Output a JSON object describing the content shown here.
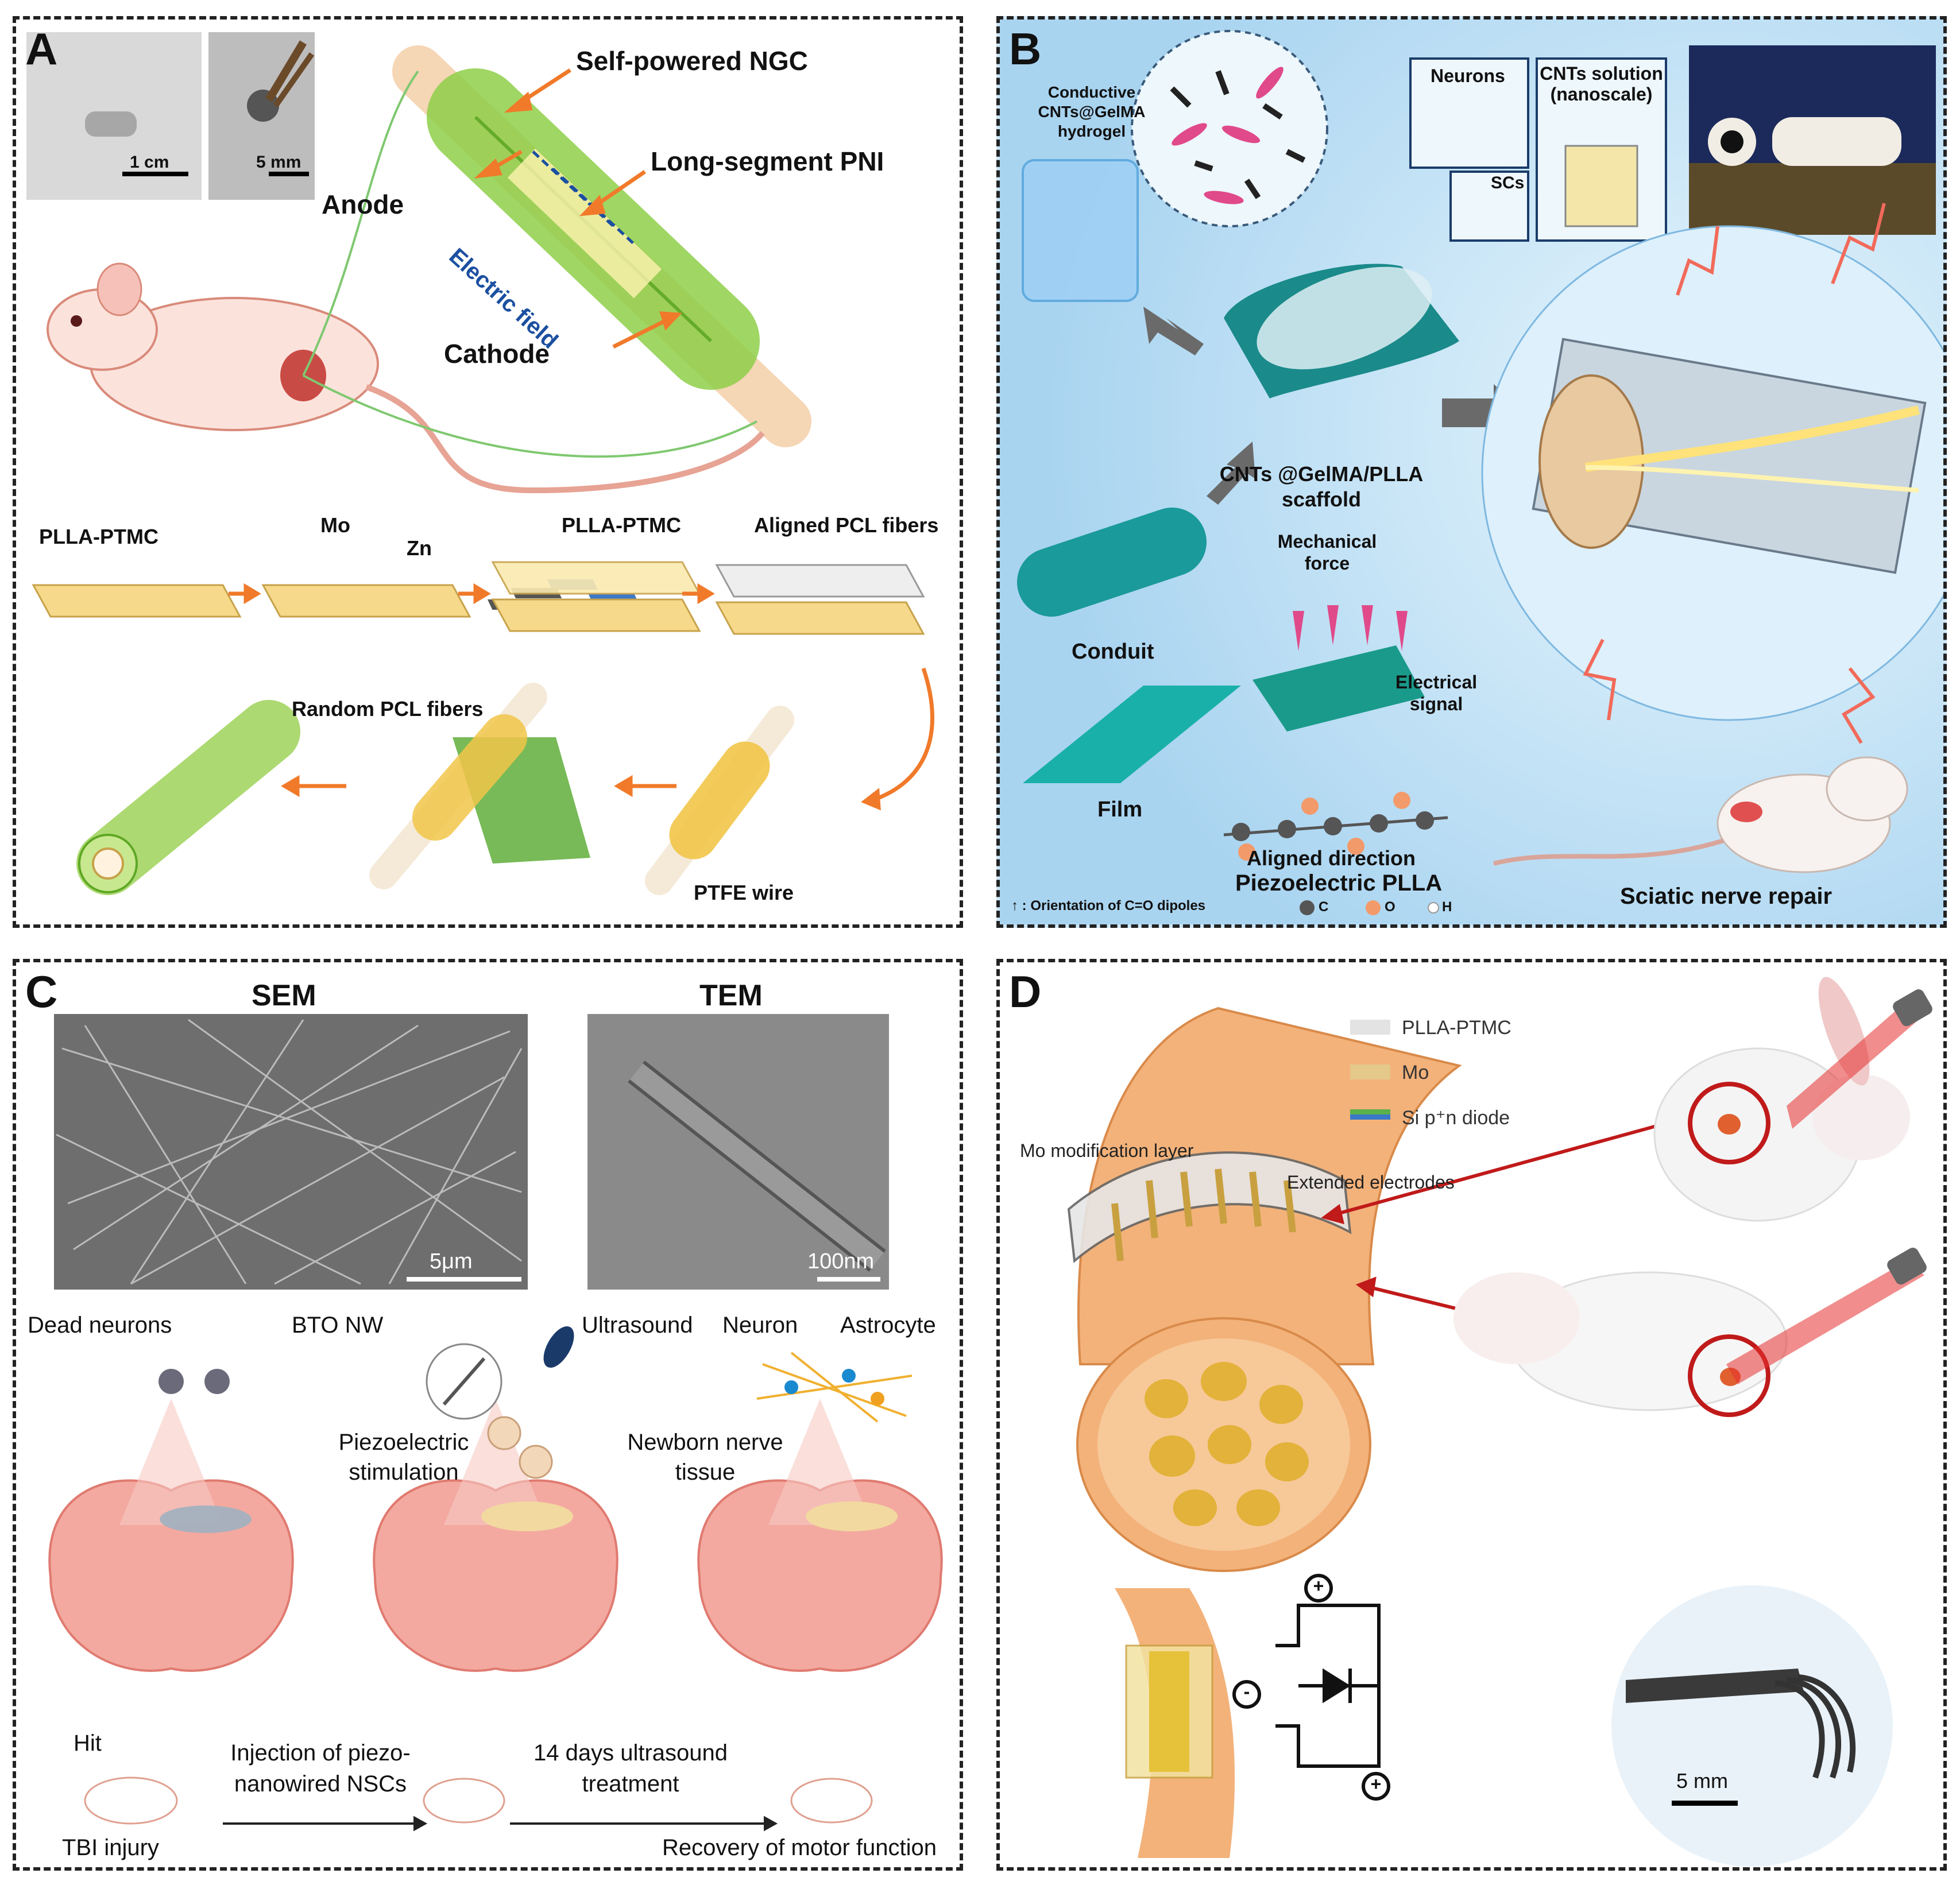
{
  "panels": {
    "A": {
      "label": "A",
      "inset_scale_1": "1 cm",
      "inset_scale_2": "5 mm",
      "self_powered": "Self-powered NGC",
      "long_segment": "Long-segment PNI",
      "anode": "Anode",
      "cathode": "Cathode",
      "electric_field": "Electric field",
      "steps": {
        "plla1": "PLLA-PTMC",
        "mo": "Mo",
        "zn": "Zn",
        "plla2": "PLLA-PTMC",
        "aligned": "Aligned PCL fibers",
        "random": "Random PCL fibers",
        "ptfe": "PTFE wire"
      }
    },
    "B": {
      "label": "B",
      "hydrogel": "Conductive CNTs@GelMA hydrogel",
      "neurons": "Neurons",
      "scs": "SCs",
      "cnts_solution": "CNTs solution (nanoscale)",
      "scaffold": "CNTs @GelMA/PLLA scaffold",
      "mech_force": "Mechanical force",
      "conduit": "Conduit",
      "film": "Film",
      "elec_signal": "Electrical signal",
      "aligned_dir": "Aligned direction",
      "piezo_plla": "Piezoelectric PLLA",
      "orientation": "Orientation of C=O dipoles",
      "legend_c": "C",
      "legend_o": "O",
      "legend_h": "H",
      "sciatic": "Sciatic nerve repair"
    },
    "C": {
      "label": "C",
      "sem": "SEM",
      "tem": "TEM",
      "sem_scale": "5μm",
      "tem_scale": "100nm",
      "dead_neurons": "Dead neurons",
      "bto_nw": "BTO NW",
      "ultrasound": "Ultrasound",
      "neuron": "Neuron",
      "astrocyte": "Astrocyte",
      "piezo_stim": "Piezoelectric stimulation",
      "newborn": "Newborn nerve tissue",
      "hit": "Hit",
      "tbi": "TBI injury",
      "injection": "Injection of piezo-nanowired NSCs",
      "days": "14 days ultrasound treatment",
      "recovery": "Recovery of motor function"
    },
    "D": {
      "label": "D",
      "legend_plla": "PLLA-PTMC",
      "legend_mo": "Mo",
      "legend_si": "Si p⁺n diode",
      "mo_mod": "Mo modification layer",
      "extended": "Extended electrodes",
      "scale": "5 mm",
      "plus": "+",
      "minus": "-"
    }
  },
  "colors": {
    "nerve_orange": "#f3b27a",
    "conduit_green": "#9fd35a",
    "panel_b_bg": "#cfe8f7",
    "brain_pink": "#f3a9a0",
    "laser_red": "#e02020",
    "arrow_orange": "#f07a2a"
  }
}
